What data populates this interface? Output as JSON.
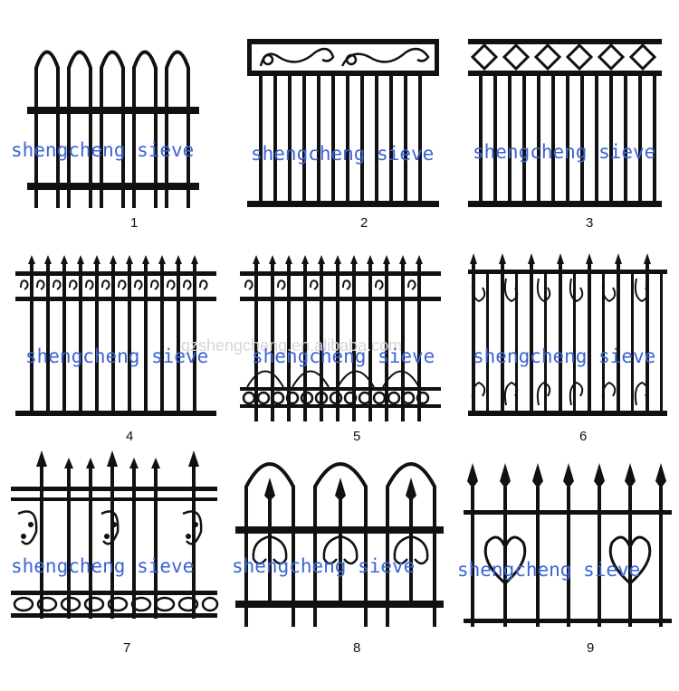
{
  "watermark": {
    "text": "shengcheng sieve",
    "color": "#3c64d8"
  },
  "site_watermark": "gzshengcheng.en.alibaba.com",
  "fences": [
    {
      "number": "1"
    },
    {
      "number": "2"
    },
    {
      "number": "3"
    },
    {
      "number": "4"
    },
    {
      "number": "5"
    },
    {
      "number": "6"
    },
    {
      "number": "7"
    },
    {
      "number": "8"
    },
    {
      "number": "9"
    }
  ]
}
